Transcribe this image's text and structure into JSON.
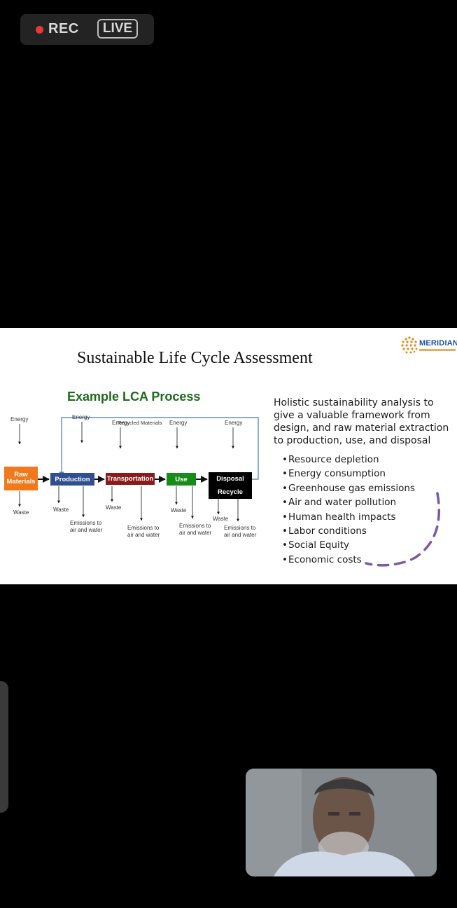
{
  "status": {
    "rec_label": "REC",
    "live_label": "LIVE",
    "rec_color": "#e53935"
  },
  "slide": {
    "title": "Sustainable Life Cycle Assessment",
    "logo_text": "MERIDIAN",
    "heading": "Example LCA Process",
    "description": "Holistic sustainability analysis to give a valuable framework from design, and raw material extraction to production, use, and disposal",
    "bullets": [
      "Resource depletion",
      "Energy consumption",
      "Greenhouse gas emissions",
      "Air and water pollution",
      "Human health impacts",
      "Labor conditions",
      "Social Equity",
      "Economic costs"
    ],
    "diagram": {
      "recycled": "Recycled Materials",
      "energy": "Energy",
      "waste": "Waste",
      "emissions_line1": "Emissions to",
      "emissions_line2": "air and water",
      "stages": {
        "raw_line1": "Raw",
        "raw_line2": "Materials",
        "production": "Production",
        "transportation": "Transportation",
        "use": "Use",
        "disposal": "Disposal",
        "recycle": "Recycle"
      },
      "colors": {
        "raw": "#f07a1b",
        "production": "#2f4f8f",
        "transportation": "#8b1a1a",
        "use": "#1a8a1a",
        "disposal": "#000000"
      }
    }
  }
}
